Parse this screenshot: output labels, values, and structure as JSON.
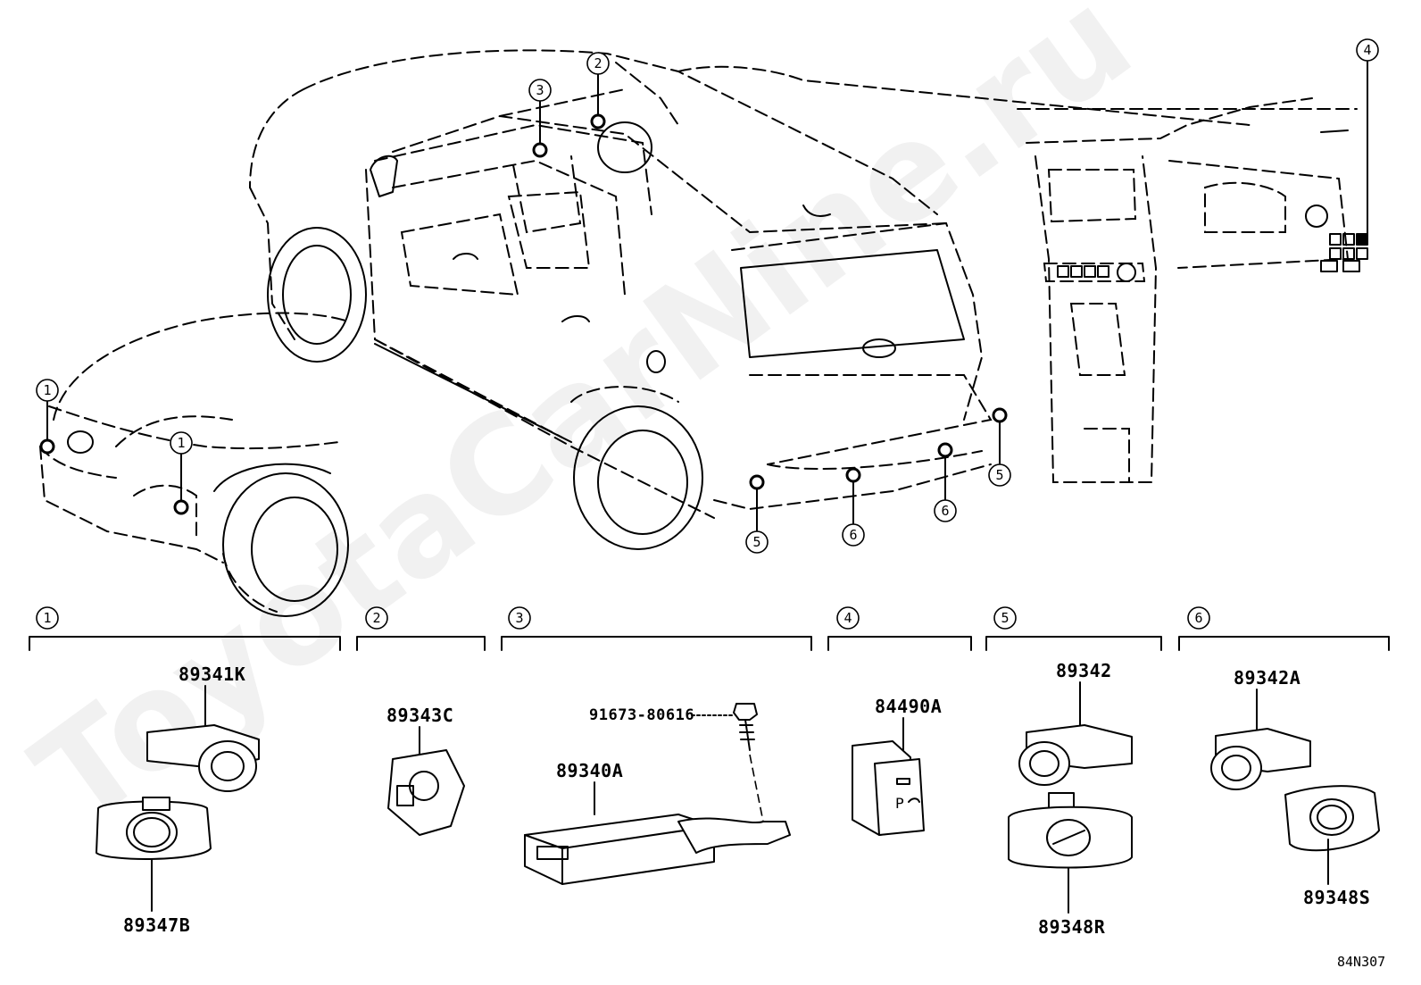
{
  "watermark": "ToyotaCarNine.ru",
  "diagram_code": "84N307",
  "callouts": {
    "c1": "1",
    "c2": "2",
    "c3": "3",
    "c4": "4",
    "c5": "5",
    "c6": "6"
  },
  "groups": [
    {
      "index": "1",
      "parts": [
        "89341K",
        "89347B"
      ]
    },
    {
      "index": "2",
      "parts": [
        "89343C"
      ]
    },
    {
      "index": "3",
      "parts": [
        "91673-80616",
        "89340A"
      ]
    },
    {
      "index": "4",
      "parts": [
        "84490A"
      ]
    },
    {
      "index": "5",
      "parts": [
        "89342",
        "89348R"
      ]
    },
    {
      "index": "6",
      "parts": [
        "89342A",
        "89348S"
      ]
    }
  ]
}
